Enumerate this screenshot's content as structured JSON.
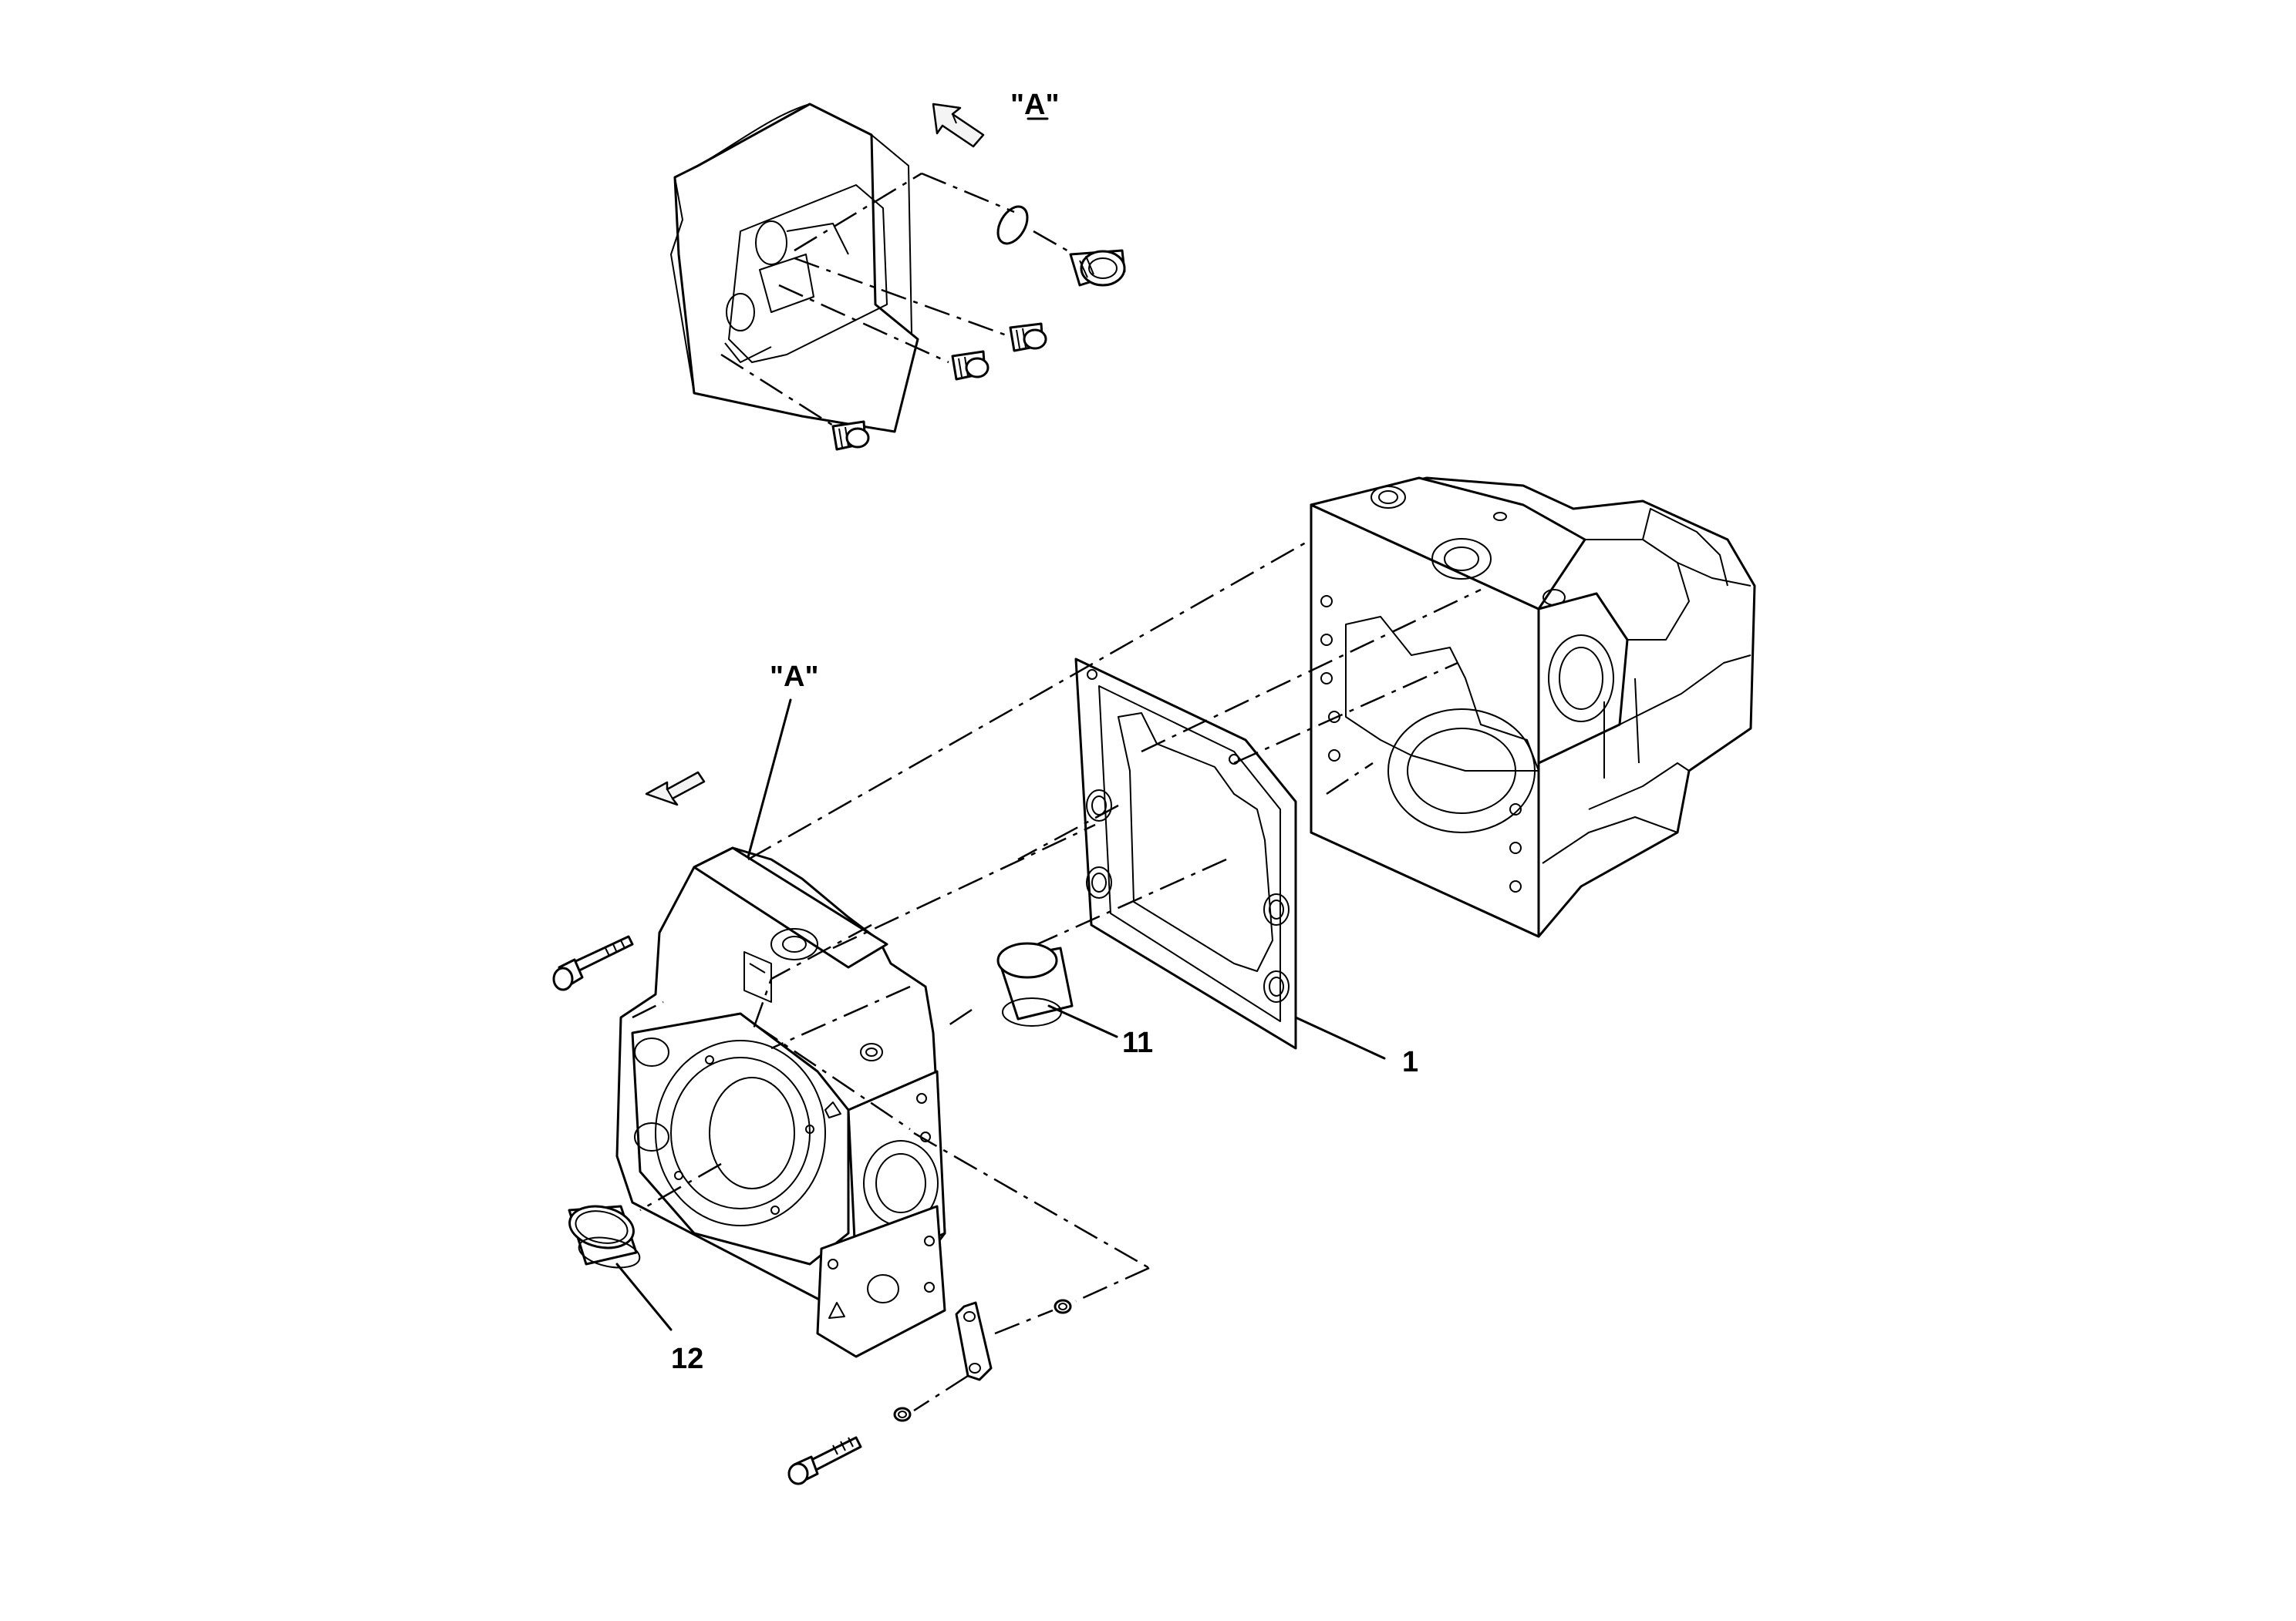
{
  "view_labels": {
    "detail_title": "\"A\"",
    "detail_ref": "\"A\""
  },
  "callouts": [
    {
      "id": "gasket",
      "number": "1"
    },
    {
      "id": "bushing",
      "number": "11"
    },
    {
      "id": "ring",
      "number": "12"
    }
  ]
}
